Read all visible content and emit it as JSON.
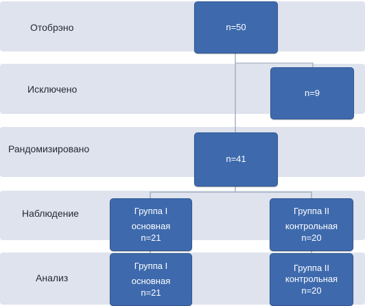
{
  "stages": {
    "selected": "Отобрэно",
    "excluded": "Исключено",
    "randomized": "Рандомизировано",
    "observation": "Наблюдение",
    "analysis": "Анализ"
  },
  "boxes": {
    "selected": "n=50",
    "excluded": "n=9",
    "randomized": "n=41",
    "obs_group1": {
      "title": "Группа I",
      "subtitle": "основная",
      "count": "n=21"
    },
    "obs_group2": {
      "title": "Группа II",
      "subtitle": "контрольная",
      "count": "n=20"
    },
    "ana_group1": {
      "title": "Группа I",
      "subtitle": "основная",
      "count": "n=21"
    },
    "ana_group2": {
      "title": "Группа II",
      "subtitle": "контрольная",
      "count": "n=20"
    }
  },
  "colors": {
    "band": "#dfe3ee",
    "box": "#3e6aad",
    "connector": "#9aa6bc"
  }
}
